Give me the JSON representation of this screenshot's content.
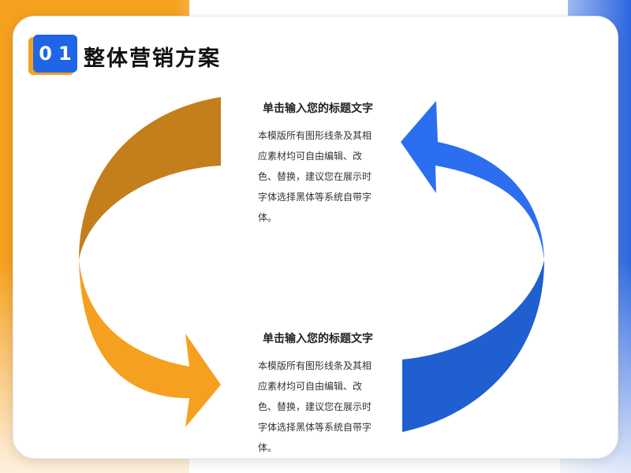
{
  "badge": {
    "number": "01"
  },
  "page_title": "整体营销方案",
  "blocks": [
    {
      "heading": "单击输入您的标题文字",
      "body": "本模版所有图形线条及其相应素材均可自由编辑、改色、替换，建议您在展示时字体选择黑体等系统自带字体。"
    },
    {
      "heading": "单击输入您的标题文字",
      "body": "本模版所有图形线条及其相应素材均可自由编辑、改色、替换，建议您在展示时字体选择黑体等系统自带字体。"
    }
  ],
  "colors": {
    "orange": "#f5a11f",
    "orange_dark": "#c27f1c",
    "blue": "#2b6ff0",
    "blue_dark": "#1f5fd0"
  }
}
